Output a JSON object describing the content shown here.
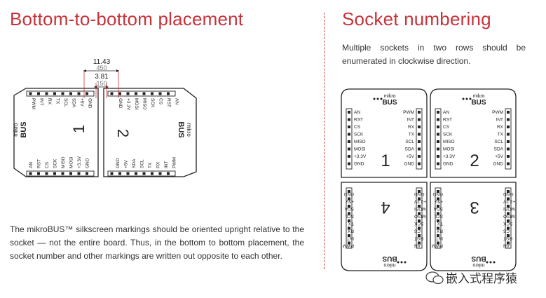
{
  "left": {
    "title": "Bottom-to-bottom placement",
    "paragraph": "The mikroBUS™ silkscreen markings should be oriented upright relative to the socket — not the entire board. Thus, in the bottom to bottom placement, the socket number and other markings are written out opposite to each other.",
    "dim_outer_mm": "11.43",
    "dim_outer_mil": "450",
    "dim_inner_mm": "3.81",
    "dim_inner_mil": "150"
  },
  "right": {
    "title": "Socket numbering",
    "paragraph": "Multiple sockets in two rows should be enumerated in clockwise direction."
  },
  "logo": {
    "line1": "mikro",
    "line2": "BUS"
  },
  "pins_left": [
    "AN",
    "RST",
    "CS",
    "SCK",
    "MISO",
    "MOSI",
    "+3.3V",
    "GND"
  ],
  "pins_right": [
    "PWM",
    "INT",
    "RX",
    "TX",
    "SCL",
    "SDA",
    "+5V",
    "GND"
  ],
  "sockets": {
    "s1": "1",
    "s2": "2",
    "s3": "3",
    "s4": "4"
  },
  "watermark": "嵌入式程序猿"
}
